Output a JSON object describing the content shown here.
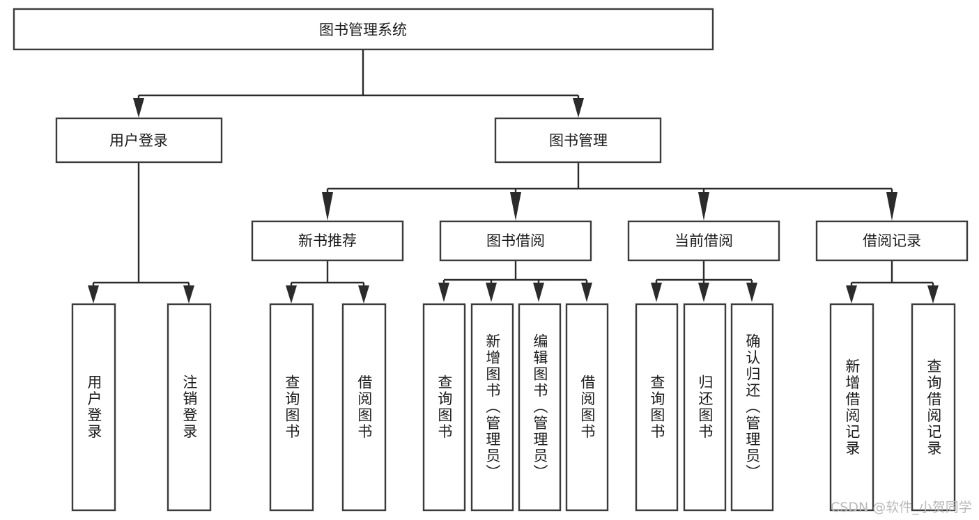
{
  "diagram": {
    "title_node": {
      "label": "图书管理系统",
      "orientation": "horizontal"
    },
    "level2": [
      {
        "id": "user-login",
        "label": "用户登录",
        "orientation": "horizontal"
      },
      {
        "id": "book-management",
        "label": "图书管理",
        "orientation": "horizontal"
      }
    ],
    "level3": [
      {
        "id": "new-book-recommend",
        "label": "新书推荐",
        "orientation": "horizontal"
      },
      {
        "id": "book-borrow",
        "label": "图书借阅",
        "orientation": "horizontal"
      },
      {
        "id": "current-borrow",
        "label": "当前借阅",
        "orientation": "horizontal"
      },
      {
        "id": "borrow-record",
        "label": "借阅记录",
        "orientation": "horizontal"
      }
    ],
    "leaves": {
      "user_login_children": [
        {
          "id": "leaf-user-login",
          "label": "用户登录"
        },
        {
          "id": "leaf-logout-login",
          "label": "注销登录"
        }
      ],
      "new_book_recommend_children": [
        {
          "id": "leaf-query-book-1",
          "label": "查询图书"
        },
        {
          "id": "leaf-borrow-book-1",
          "label": "借阅图书"
        }
      ],
      "book_borrow_children": [
        {
          "id": "leaf-query-book-2",
          "label": "查询图书"
        },
        {
          "id": "leaf-add-book-admin",
          "label": "新增图书（管理员）"
        },
        {
          "id": "leaf-edit-book-admin",
          "label": "编辑图书（管理员）"
        },
        {
          "id": "leaf-borrow-book-2",
          "label": "借阅图书"
        }
      ],
      "current_borrow_children": [
        {
          "id": "leaf-query-book-3",
          "label": "查询图书"
        },
        {
          "id": "leaf-return-book",
          "label": "归还图书"
        },
        {
          "id": "leaf-confirm-return-admin",
          "label": "确认归还（管理员）"
        }
      ],
      "borrow_record_children": [
        {
          "id": "leaf-add-borrow-record",
          "label": "新增借阅记录"
        },
        {
          "id": "leaf-query-borrow-record",
          "label": "查询借阅记录"
        }
      ]
    },
    "watermark": "CSDN @软件_小贺同学",
    "colors": {
      "box_stroke": "#3b3b3b",
      "line": "#2b2b2b",
      "text": "#1b1b1b",
      "background": "#ffffff",
      "watermark": "#b9b9b9"
    }
  }
}
